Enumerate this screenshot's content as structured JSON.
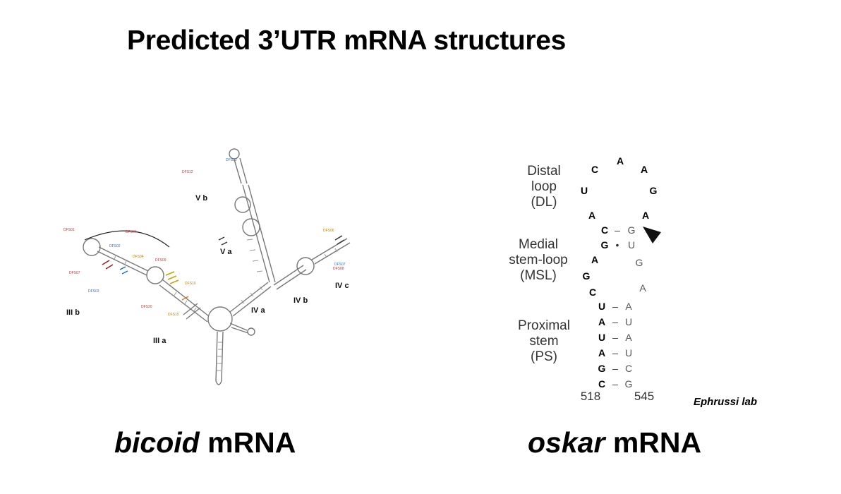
{
  "title": "Predicted 3’UTR mRNA structures",
  "left_caption": {
    "gene": "bicoid",
    "suffix": " mRNA"
  },
  "right_caption": {
    "gene": "oskar",
    "suffix": " mRNA"
  },
  "credit": "Ephrussi lab",
  "bicoid": {
    "domain_labels": [
      "V b",
      "V a",
      "IV a",
      "IV b",
      "IV c",
      "III b",
      "III a"
    ]
  },
  "oskar": {
    "region_labels": {
      "distal": [
        "Distal",
        "loop",
        "(DL)"
      ],
      "medial": [
        "Medial",
        "stem-loop",
        "(MSL)"
      ],
      "proximal": [
        "Proximal",
        "stem",
        "(PS)"
      ]
    },
    "loop_bases": [
      "C",
      "A",
      "A",
      "U",
      "G",
      "A",
      "A"
    ],
    "msl_pairs": [
      {
        "left": "C",
        "bond": "–",
        "right": "G"
      },
      {
        "left": "G",
        "bond": "•",
        "right": "U"
      }
    ],
    "bulge_left": [
      "A",
      "G",
      "C"
    ],
    "bulge_right": [
      "G",
      "A"
    ],
    "ps_pairs": [
      {
        "left": "U",
        "bond": "–",
        "right": "A"
      },
      {
        "left": "A",
        "bond": "–",
        "right": "U"
      },
      {
        "left": "U",
        "bond": "–",
        "right": "A"
      },
      {
        "left": "A",
        "bond": "–",
        "right": "U"
      },
      {
        "left": "G",
        "bond": "–",
        "right": "C"
      },
      {
        "left": "C",
        "bond": "–",
        "right": "G"
      }
    ],
    "start_pos": "518",
    "end_pos": "545"
  }
}
